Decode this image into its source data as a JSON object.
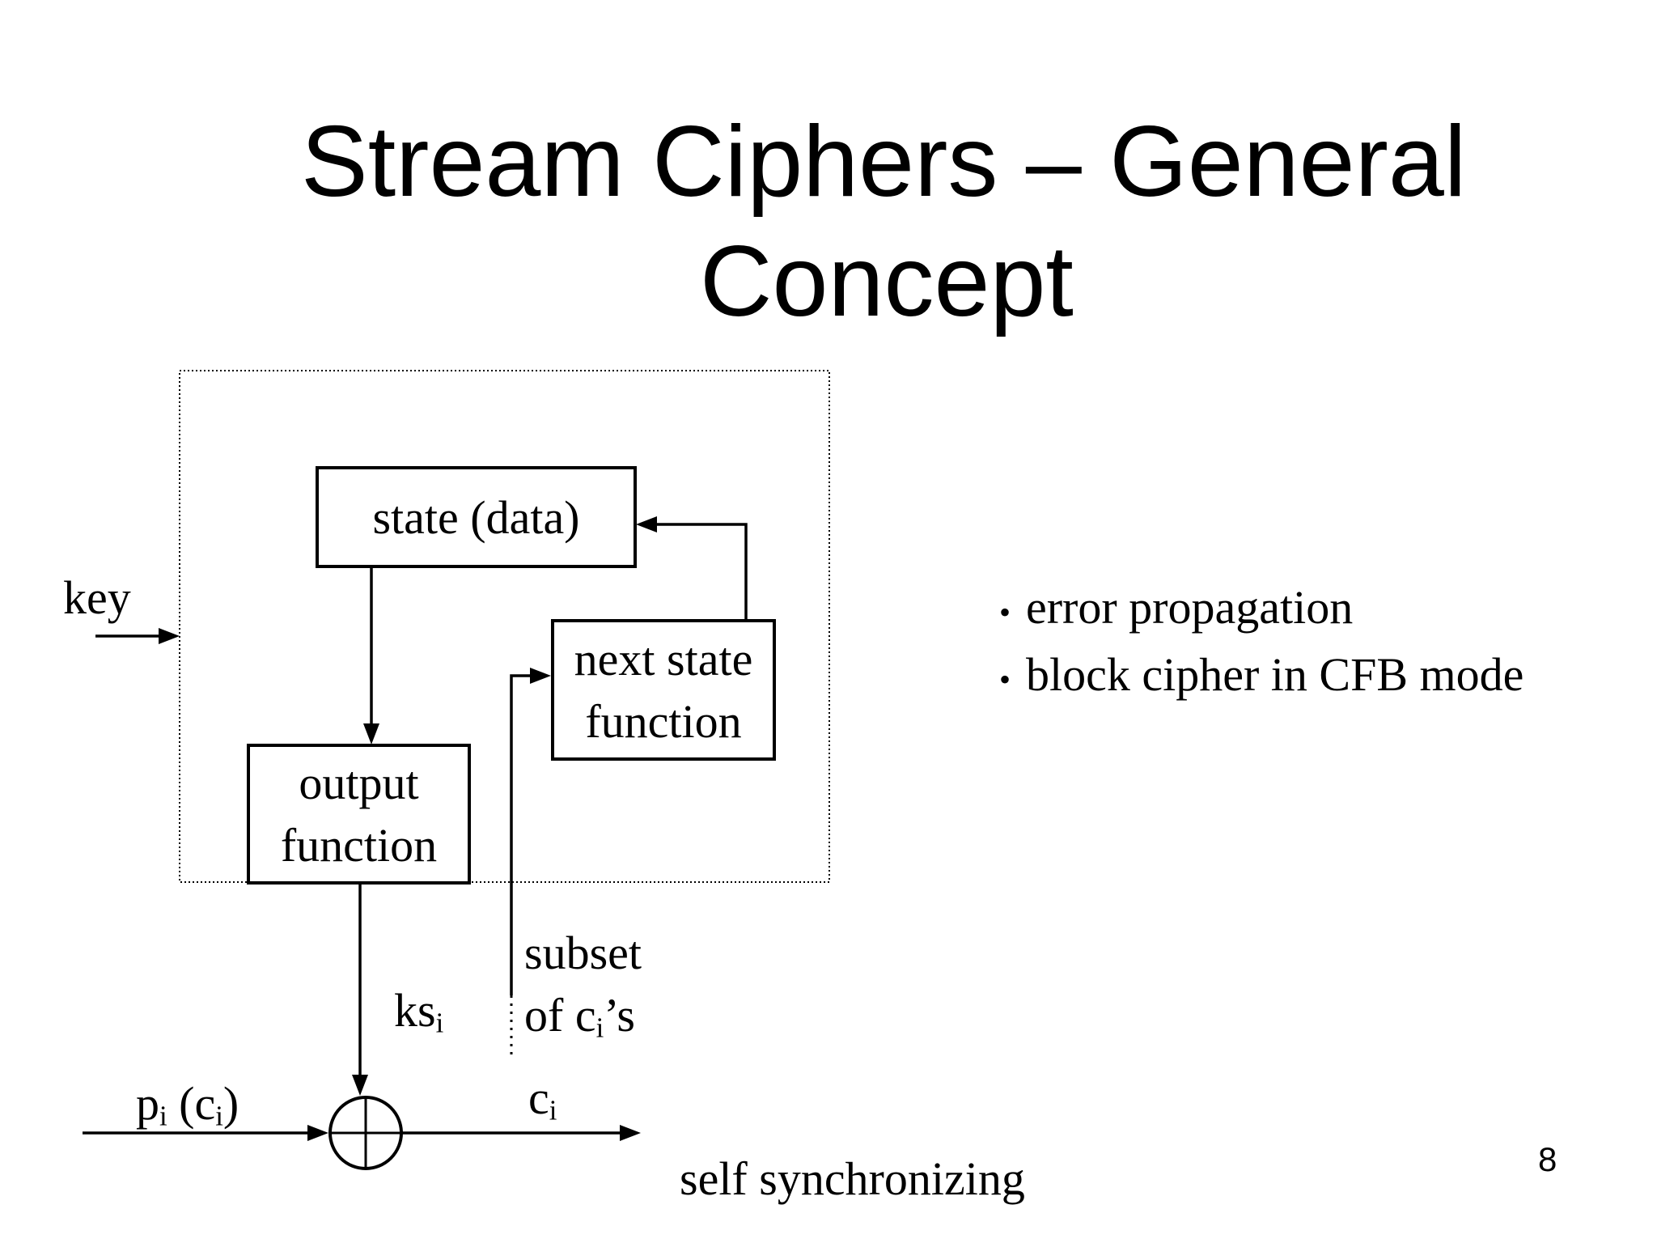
{
  "slide": {
    "title": {
      "line1": "Stream Ciphers – General",
      "line2": "Concept"
    },
    "page_number": "8"
  },
  "diagram": {
    "key_label": "key",
    "state_box_label": "state (data)",
    "next_state_box": {
      "line1": "next state",
      "line2": "function"
    },
    "output_box": {
      "line1": "output",
      "line2": "function"
    },
    "keystream_label": {
      "base": "ks",
      "sub": "i"
    },
    "subset_label": {
      "line1": "subset",
      "line2_prefix": "of c",
      "line2_sub": "i",
      "line2_suffix": "’s"
    },
    "plaintext_label": {
      "prefix": "p",
      "sub1": "i",
      "middle": " (c",
      "sub2": "i",
      "suffix": ")"
    },
    "ciphertext_label": {
      "base": "c",
      "sub": "i"
    },
    "self_sync_label": "self synchronizing"
  },
  "bullets": {
    "items": [
      {
        "marker": "•",
        "text": "error propagation"
      },
      {
        "marker": "•",
        "text": "block cipher in CFB mode"
      }
    ]
  },
  "colors": {
    "ink": "#000000",
    "background": "#ffffff"
  }
}
